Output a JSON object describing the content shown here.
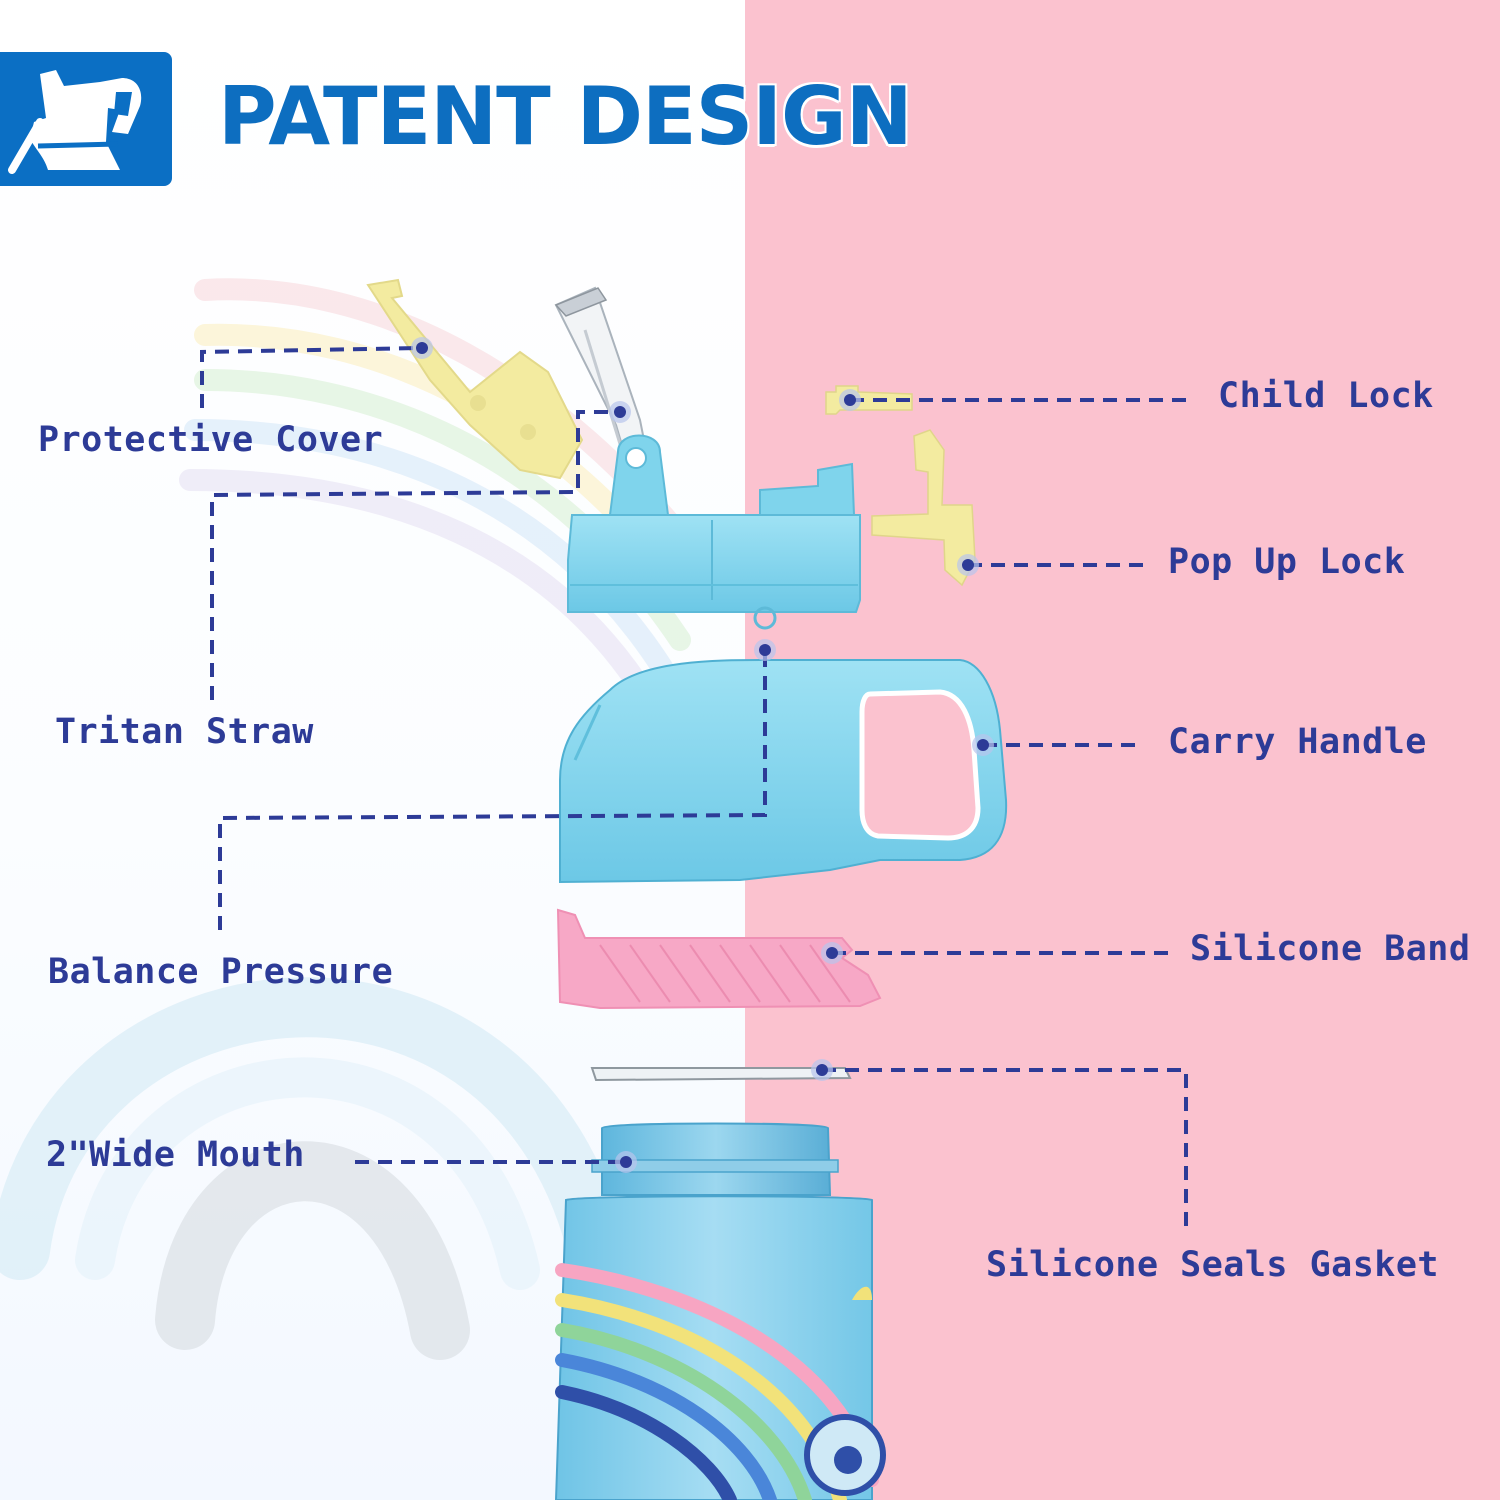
{
  "header": {
    "title": "PATENT DESIGN",
    "logo_icon": "bottle-lid-icon"
  },
  "colors": {
    "title_blue": "#0d6ec0",
    "label_navy": "#2d3b97",
    "lid_blue": "#7fd4ec",
    "lock_yellow": "#f3eba0",
    "band_pink": "#f7a8c6",
    "bottle_blue": "#8fd3ee",
    "panel_pink": "#fbc2cf"
  },
  "labels": {
    "protective_cover": "Protective Cover",
    "tritan_straw": "Tritan Straw",
    "balance_pressure": "Balance Pressure",
    "wide_mouth": "2\"Wide Mouth",
    "child_lock": "Child Lock",
    "pop_up_lock": "Pop Up Lock",
    "carry_handle": "Carry Handle",
    "silicone_band": "Silicone Band",
    "silicone_seals_gasket": "Silicone Seals Gasket"
  }
}
